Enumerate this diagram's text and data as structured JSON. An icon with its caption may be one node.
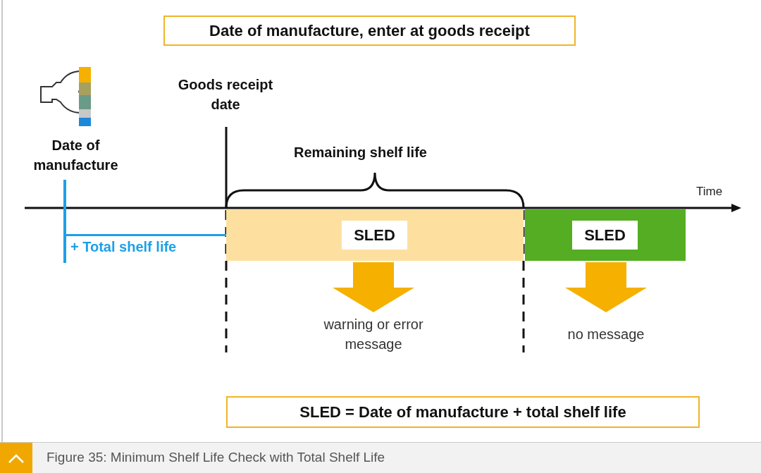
{
  "diagram": {
    "caption": "Figure 35: Minimum Shelf Life Check with Total Shelf Life",
    "nodes": [
      {
        "text": [
          "Date of manufacture, enter at goods receipt"
        ]
      },
      {
        "text": [
          "Date of manufacture"
        ]
      },
      {
        "text": [
          "Goods receipt date"
        ]
      },
      {
        "text": [],
        "shape": "bar"
      },
      {
        "text": [
          "SLED"
        ],
        "in": 3
      },
      {
        "text": [],
        "shape": "bar"
      },
      {
        "text": [
          "SLED"
        ],
        "in": 5
      },
      {
        "text": [
          "warning or error message"
        ]
      },
      {
        "text": [
          "no message"
        ]
      },
      {
        "text": [
          "SLED = Date of manufacture + total shelf life"
        ]
      }
    ],
    "edges": [
      {
        "from": 1,
        "to": 4,
        "arrow": "to",
        "label": "+ Total shelf life",
        "color": "#1ea0e6"
      },
      {
        "from": 3,
        "to": 7,
        "arrow": "to"
      },
      {
        "from": 5,
        "to": 8,
        "arrow": "to"
      }
    ],
    "labels": [
      "Remaining shelf life",
      "Time"
    ]
  }
}
